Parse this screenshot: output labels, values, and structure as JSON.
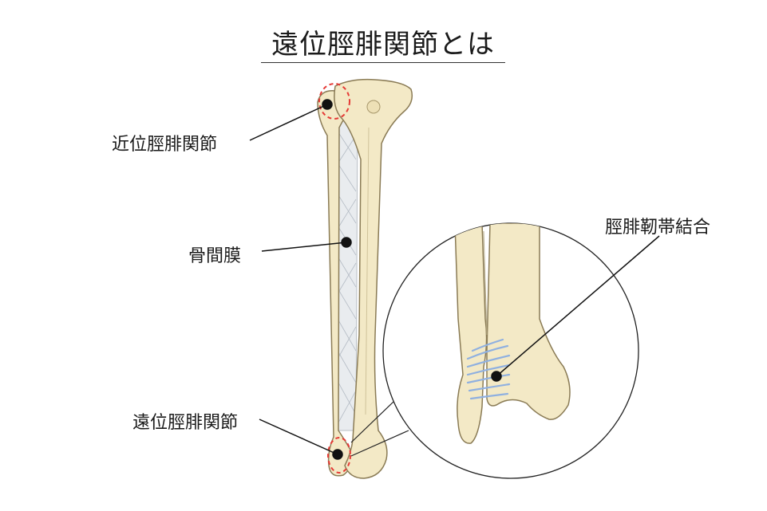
{
  "title": "遠位脛腓関節とは",
  "labels": {
    "proximal_joint": "近位脛腓関節",
    "interosseous_membrane": "骨間膜",
    "distal_joint": "遠位脛腓関節",
    "syndesmosis": "脛腓靭帯結合"
  },
  "colors": {
    "bone": "#f3e9c6",
    "bone_outline": "#8a7b55",
    "membrane": "#e9ecef",
    "ligament": "#8fb0e0",
    "highlight_dash": "#e53935",
    "leader": "#111111"
  }
}
